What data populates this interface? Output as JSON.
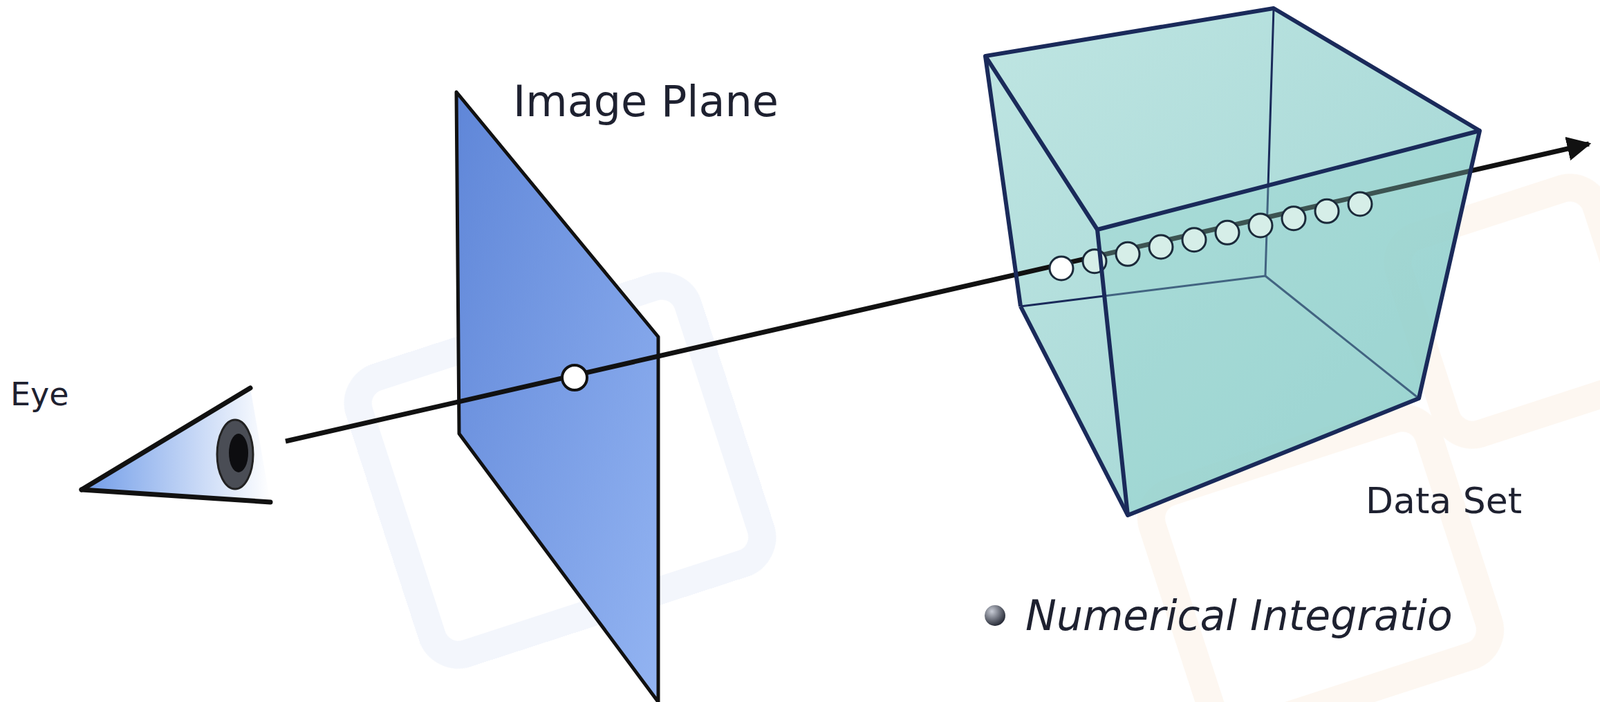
{
  "diagram": {
    "labels": [
      "Image Plane",
      "Eye",
      "Data Set",
      "Numerical Integratio"
    ]
  }
}
